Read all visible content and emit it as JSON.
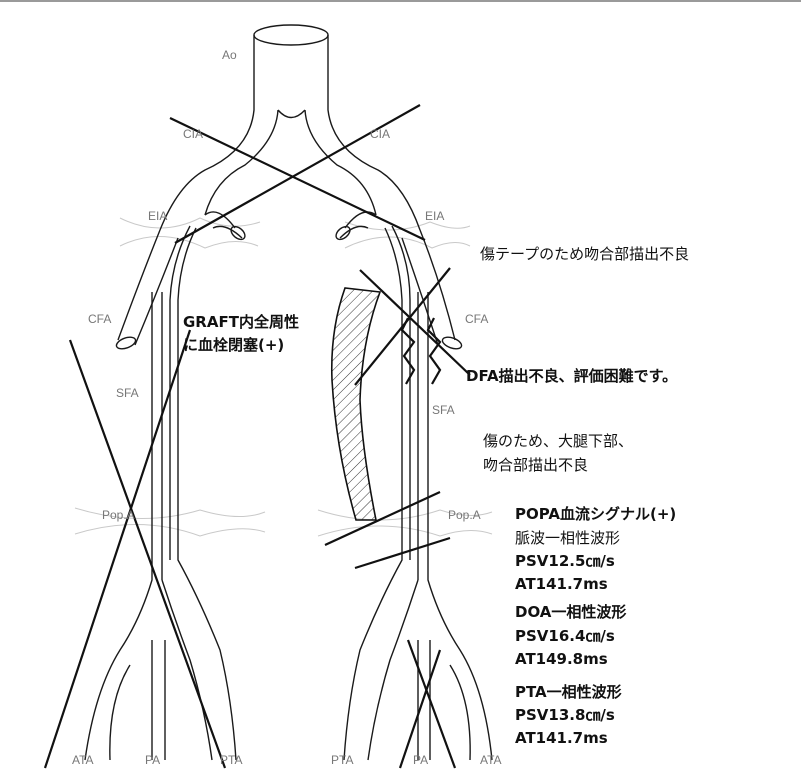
{
  "labels": {
    "ao": "Ao",
    "cia_r": "CIA",
    "cia_l": "CIA",
    "eia_r": "EIA",
    "eia_l": "EIA",
    "cfa_r": "CFA",
    "cfa_l": "CFA",
    "sfa_r": "SFA",
    "sfa_l": "SFA",
    "popa_r": "Pop.A",
    "popa_l": "Pop.A",
    "ata_r": "ATA",
    "pa_r": "PA",
    "pta_r": "PTA",
    "pta_l": "PTA",
    "pa_l": "PA",
    "ata_l": "ATA"
  },
  "notes": {
    "graft_1": "GRAFT内全周性",
    "graft_2": "に血栓閉塞(+)",
    "tape": "傷テープのため吻合部描出不良",
    "dfa": "DFA描出不良、評価困難です。",
    "wound_1": "傷のため、大腿下部、",
    "wound_2": "吻合部描出不良",
    "popa_1": "POPA血流シグナル(+)",
    "popa_2": "脈波一相性波形",
    "popa_3": "PSV12.5㎝/s",
    "popa_4": "AT141.7ms",
    "doa_1": "DOA一相性波形",
    "doa_2": "PSV16.4㎝/s",
    "doa_3": "AT149.8ms",
    "pta_1": "PTA一相性波形",
    "pta_2": "PSV13.8㎝/s",
    "pta_3": "AT141.7ms"
  },
  "colors": {
    "line": "#1a1a1a",
    "label": "#777777",
    "faint": "#c9c9c9",
    "topline": "#9a9a9a"
  }
}
